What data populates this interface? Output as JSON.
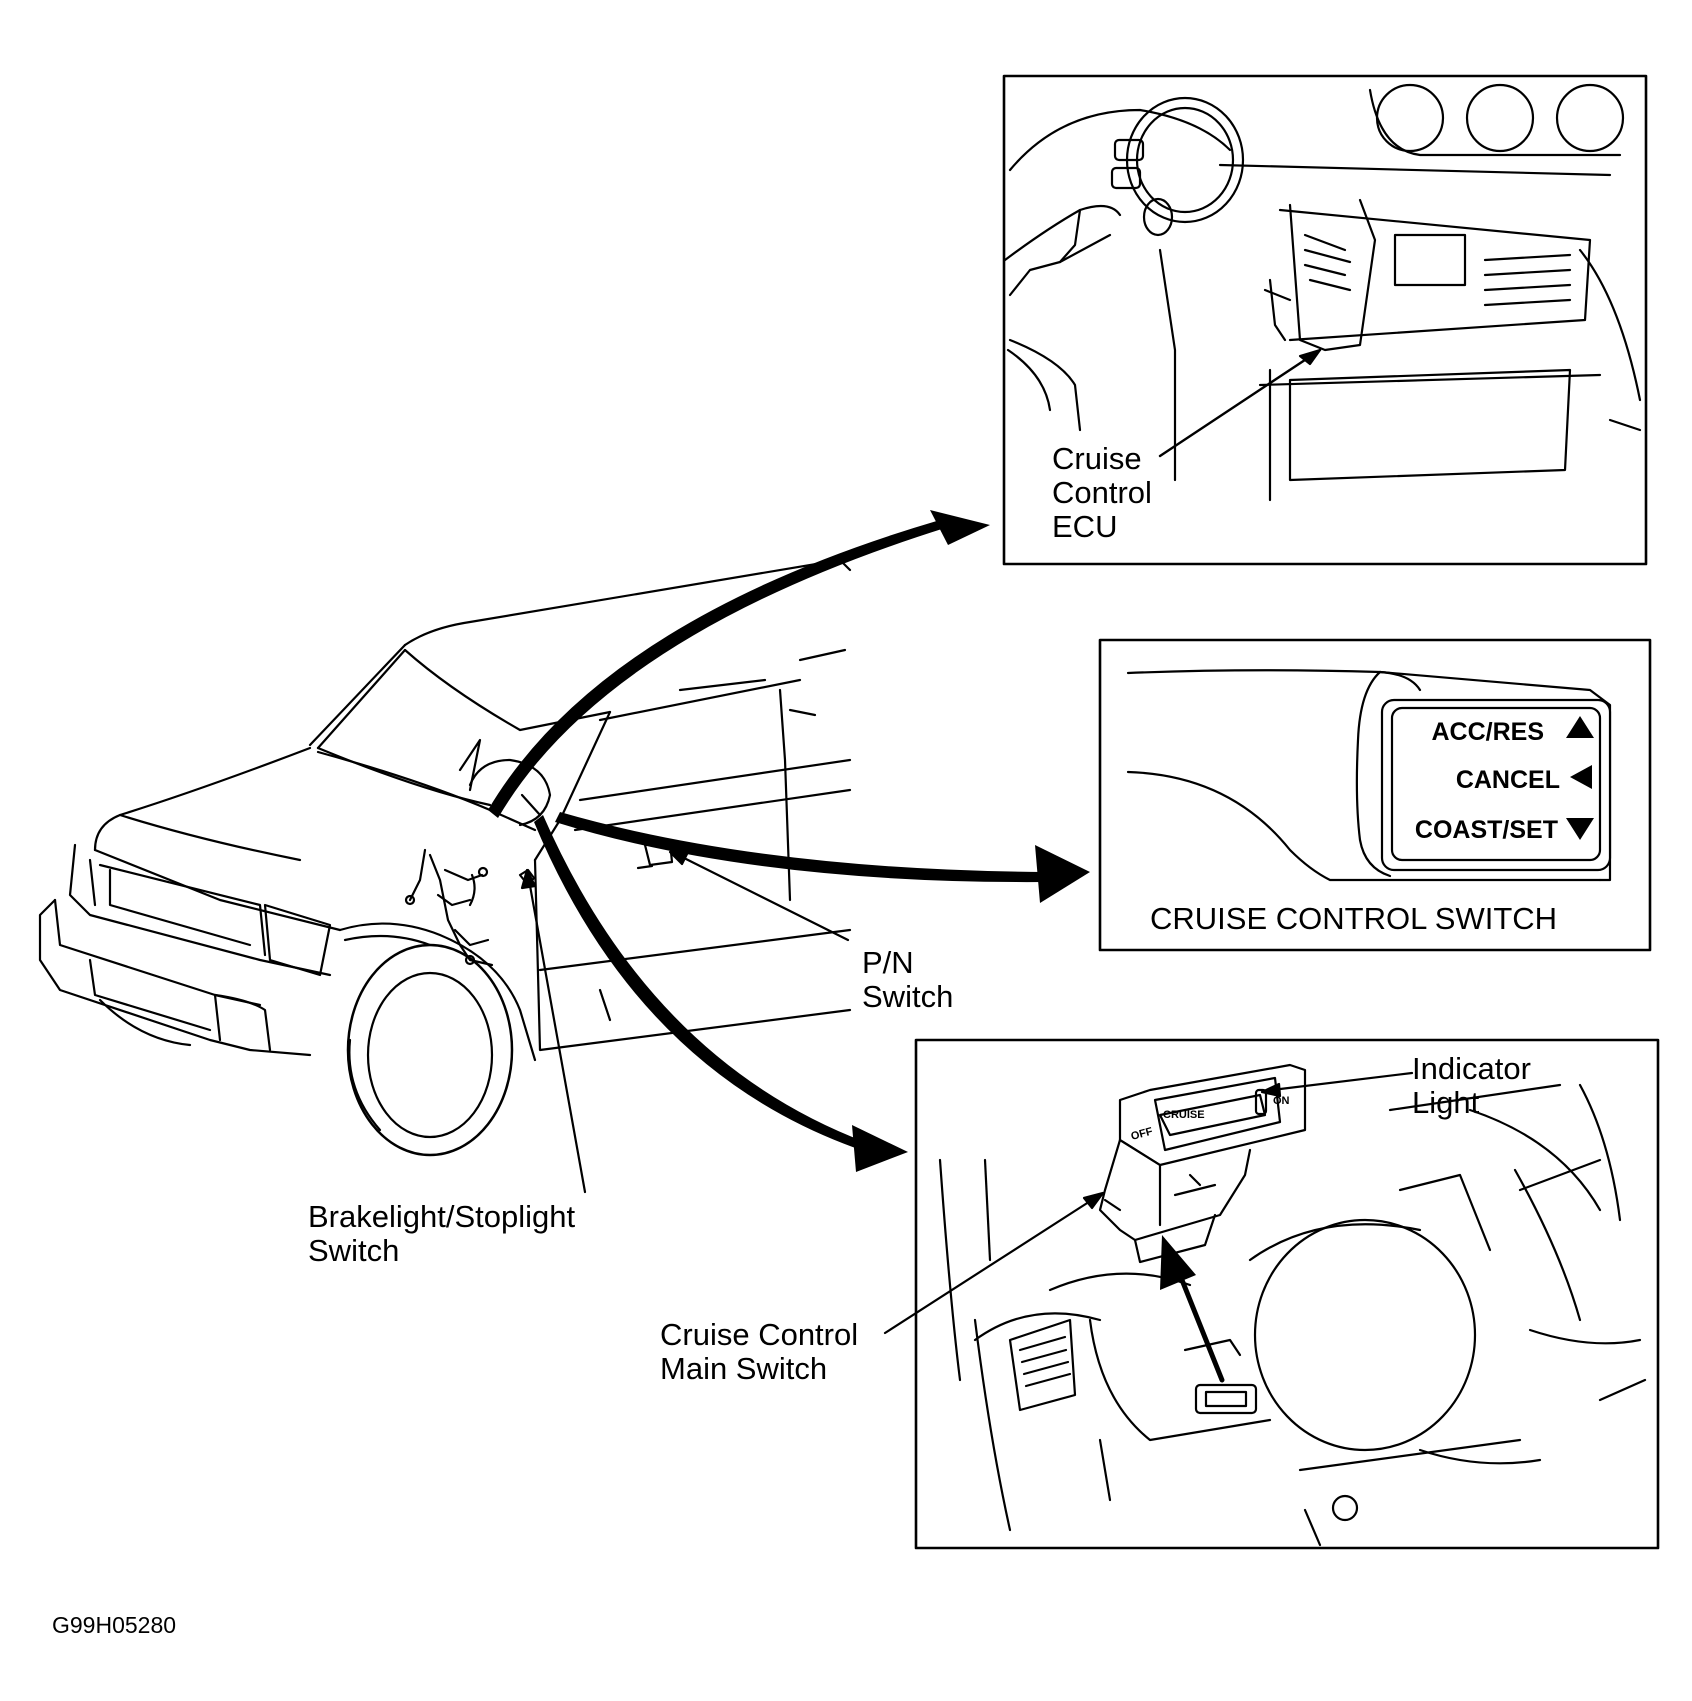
{
  "labels": {
    "ecu": [
      "Cruise",
      "Control",
      "ECU"
    ],
    "pn_switch": [
      "P/N",
      "Switch"
    ],
    "brake_switch": [
      "Brakelight/Stoplight",
      "Switch"
    ],
    "main_switch": [
      "Cruise Control",
      "Main Switch"
    ],
    "indicator_light": [
      "Indicator",
      "Light"
    ]
  },
  "cruise_switch_panel": {
    "caption": "CRUISE CONTROL SWITCH",
    "buttons": [
      "ACC/RES",
      "CANCEL",
      "COAST/SET"
    ]
  },
  "main_switch_markings": {
    "left": "OFF",
    "center": "CRUISE",
    "right": "ON"
  },
  "figure_code": "G99H05280"
}
